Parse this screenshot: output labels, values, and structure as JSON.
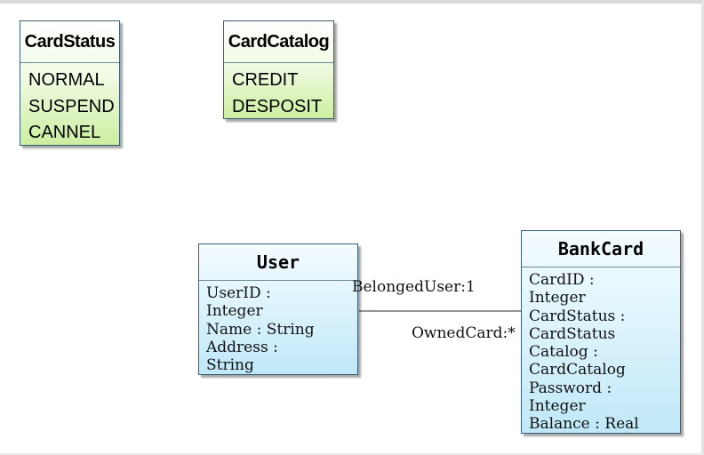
{
  "enums": {
    "card_status": {
      "name": "CardStatus",
      "values": [
        "NORMAL",
        "SUSPEND",
        "CANNEL"
      ]
    },
    "card_catalog": {
      "name": "CardCatalog",
      "values": [
        "CREDIT",
        "DESPOSIT"
      ]
    }
  },
  "classes": {
    "user": {
      "name": "User",
      "attribute_lines": [
        "UserID :",
        "Integer",
        "Name : String",
        "Address :",
        "String"
      ]
    },
    "bank_card": {
      "name": "BankCard",
      "attribute_lines": [
        "CardID :",
        "Integer",
        "CardStatus :",
        "CardStatus",
        "Catalog :",
        "CardCatalog",
        "Password :",
        "Integer",
        "Balance : Real"
      ]
    }
  },
  "association": {
    "user_end_role": "BelongedUser:1",
    "card_end_role": "OwnedCard:*"
  },
  "colors": {
    "enum_fill": "#cdeea0",
    "class_fill": "#bfe8f8",
    "border": "#3a5f78",
    "line": "#555555"
  }
}
